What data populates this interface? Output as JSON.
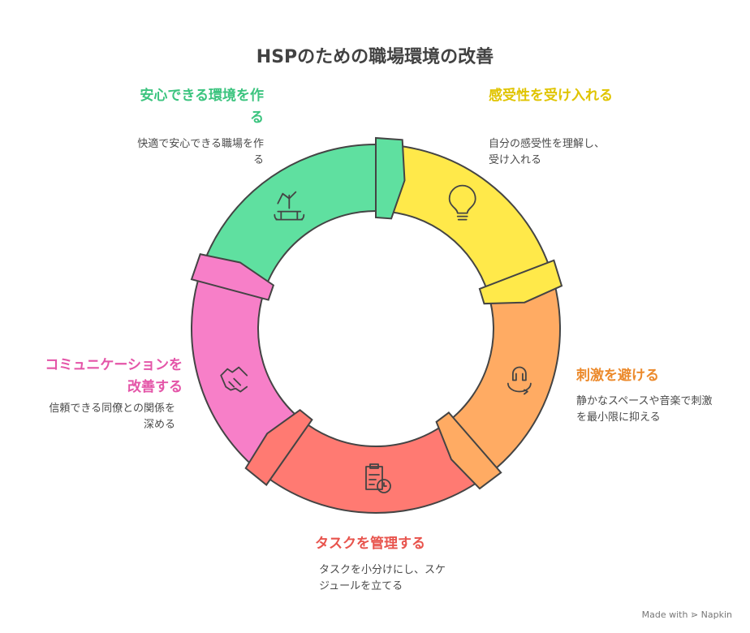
{
  "title": "HSPのための職場環境の改善",
  "steps": [
    {
      "label": "安心できる環境を作る",
      "desc": "快適で安心できる職場を作る",
      "color": "#3cc47f",
      "fill": "#5fe0a0",
      "icon": "picnic-table-icon"
    },
    {
      "label": "感受性を受け入れる",
      "desc": "自分の感受性を理解し、受け入れる",
      "color": "#e0c400",
      "fill": "#ffe94a",
      "icon": "lightbulb-icon"
    },
    {
      "label": "刺激を避ける",
      "desc": "静かなスペースや音楽で刺激を最小限に抑える",
      "color": "#ec8a2c",
      "fill": "#ffab63",
      "icon": "headphones-cycle-icon"
    },
    {
      "label": "タスクを管理する",
      "desc": "タスクを小分けにし、スケジュールを立てる",
      "color": "#e8544d",
      "fill": "#ff7a72",
      "icon": "clipboard-clock-icon"
    },
    {
      "label": "コミュニケーションを改善する",
      "desc": "信頼できる同僚との関係を深める",
      "color": "#e455a8",
      "fill": "#f77fc8",
      "icon": "handshake-icon"
    }
  ],
  "footer": "Made with ⋗ Napkin"
}
